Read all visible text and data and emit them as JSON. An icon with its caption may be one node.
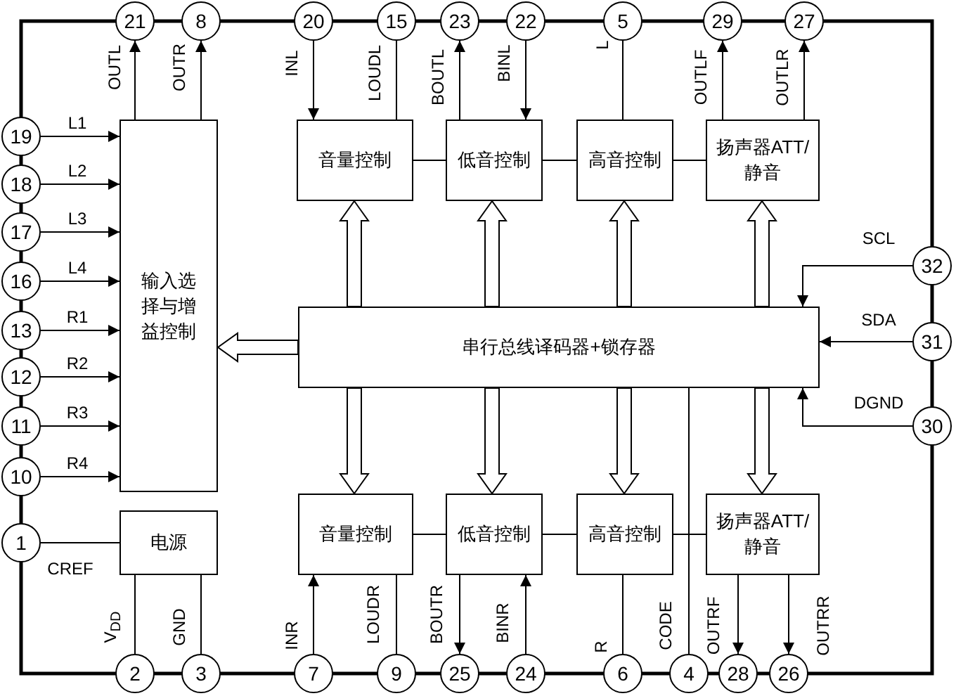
{
  "diagram": {
    "nodes": [
      {
        "text": [
          "输入选择与增益控制"
        ]
      },
      {
        "text": [
          "音量控制"
        ]
      },
      {
        "text": [
          "低音控制"
        ]
      },
      {
        "text": [
          "高音控制"
        ]
      },
      {
        "text": [
          "扬声器ATT/静音"
        ]
      },
      {
        "text": [
          "串行总线译码器+锁存器"
        ]
      },
      {
        "text": [
          "音量控制"
        ]
      },
      {
        "text": [
          "低音控制"
        ]
      },
      {
        "text": [
          "高音控制"
        ]
      },
      {
        "text": [
          "扬声器ATT/静音"
        ]
      },
      {
        "text": [
          "电源"
        ]
      },
      {
        "text": [
          "21"
        ]
      },
      {
        "text": [
          "8"
        ]
      },
      {
        "text": [
          "20"
        ]
      },
      {
        "text": [
          "15"
        ]
      },
      {
        "text": [
          "23"
        ]
      },
      {
        "text": [
          "22"
        ]
      },
      {
        "text": [
          "5"
        ]
      },
      {
        "text": [
          "29"
        ]
      },
      {
        "text": [
          "27"
        ]
      },
      {
        "text": [
          "19"
        ]
      },
      {
        "text": [
          "18"
        ]
      },
      {
        "text": [
          "17"
        ]
      },
      {
        "text": [
          "16"
        ]
      },
      {
        "text": [
          "13"
        ]
      },
      {
        "text": [
          "12"
        ]
      },
      {
        "text": [
          "11"
        ]
      },
      {
        "text": [
          "10"
        ]
      },
      {
        "text": [
          "1"
        ]
      },
      {
        "text": [
          "32"
        ]
      },
      {
        "text": [
          "31"
        ]
      },
      {
        "text": [
          "30"
        ]
      },
      {
        "text": [
          "2"
        ]
      },
      {
        "text": [
          "3"
        ]
      },
      {
        "text": [
          "7"
        ]
      },
      {
        "text": [
          "9"
        ]
      },
      {
        "text": [
          "25"
        ]
      },
      {
        "text": [
          "24"
        ]
      },
      {
        "text": [
          "6"
        ]
      },
      {
        "text": [
          "4"
        ]
      },
      {
        "text": [
          "28"
        ]
      },
      {
        "text": [
          "26"
        ]
      }
    ],
    "edges": [
      {
        "from": 0,
        "to": 11,
        "arrow": "to",
        "label": "OUTL"
      },
      {
        "from": 0,
        "to": 12,
        "arrow": "to",
        "label": "OUTR"
      },
      {
        "from": 13,
        "to": 1,
        "arrow": "to",
        "label": "INL"
      },
      {
        "from": 1,
        "to": 14,
        "arrow": "none",
        "label": "LOUDL"
      },
      {
        "from": 2,
        "to": 15,
        "arrow": "to",
        "label": "BOUTL"
      },
      {
        "from": 16,
        "to": 2,
        "arrow": "to",
        "label": "BINL"
      },
      {
        "from": 3,
        "to": 17,
        "arrow": "none",
        "label": "L"
      },
      {
        "from": 4,
        "to": 18,
        "arrow": "to",
        "label": "OUTLF"
      },
      {
        "from": 4,
        "to": 19,
        "arrow": "to",
        "label": "OUTLR"
      },
      {
        "from": 1,
        "to": 2,
        "arrow": "none"
      },
      {
        "from": 2,
        "to": 3,
        "arrow": "none"
      },
      {
        "from": 3,
        "to": 4,
        "arrow": "none"
      },
      {
        "from": 5,
        "to": 1,
        "arrow": "to",
        "style": "thick"
      },
      {
        "from": 5,
        "to": 2,
        "arrow": "to",
        "style": "thick"
      },
      {
        "from": 5,
        "to": 3,
        "arrow": "to",
        "style": "thick"
      },
      {
        "from": 5,
        "to": 4,
        "arrow": "to",
        "style": "thick"
      },
      {
        "from": 5,
        "to": 0,
        "arrow": "to",
        "style": "thick"
      },
      {
        "from": 5,
        "to": 6,
        "arrow": "to",
        "style": "thick"
      },
      {
        "from": 5,
        "to": 7,
        "arrow": "to",
        "style": "thick"
      },
      {
        "from": 5,
        "to": 8,
        "arrow": "to",
        "style": "thick"
      },
      {
        "from": 5,
        "to": 9,
        "arrow": "to",
        "style": "thick"
      },
      {
        "from": 20,
        "to": 0,
        "arrow": "to",
        "label": "L1"
      },
      {
        "from": 21,
        "to": 0,
        "arrow": "to",
        "label": "L2"
      },
      {
        "from": 22,
        "to": 0,
        "arrow": "to",
        "label": "L3"
      },
      {
        "from": 23,
        "to": 0,
        "arrow": "to",
        "label": "L4"
      },
      {
        "from": 24,
        "to": 0,
        "arrow": "to",
        "label": "R1"
      },
      {
        "from": 25,
        "to": 0,
        "arrow": "to",
        "label": "R2"
      },
      {
        "from": 26,
        "to": 0,
        "arrow": "to",
        "label": "R3"
      },
      {
        "from": 27,
        "to": 0,
        "arrow": "to",
        "label": "R4"
      },
      {
        "from": 28,
        "to": 10,
        "arrow": "none",
        "label": "CREF"
      },
      {
        "from": 10,
        "to": 32,
        "arrow": "none",
        "label": "V$_{DD}$"
      },
      {
        "from": 10,
        "to": 33,
        "arrow": "none",
        "label": "GND"
      },
      {
        "from": 34,
        "to": 6,
        "arrow": "to",
        "label": "INR"
      },
      {
        "from": 6,
        "to": 35,
        "arrow": "none",
        "label": "LOUDR"
      },
      {
        "from": 7,
        "to": 36,
        "arrow": "to",
        "label": "BOUTR"
      },
      {
        "from": 37,
        "to": 7,
        "arrow": "to",
        "label": "BINR"
      },
      {
        "from": 8,
        "to": 38,
        "arrow": "none",
        "label": "R"
      },
      {
        "from": 5,
        "to": 39,
        "arrow": "none",
        "label": "CODE"
      },
      {
        "from": 9,
        "to": 40,
        "arrow": "to",
        "label": "OUTRF"
      },
      {
        "from": 9,
        "to": 41,
        "arrow": "to",
        "label": "OUTRR"
      },
      {
        "from": 6,
        "to": 7,
        "arrow": "none"
      },
      {
        "from": 7,
        "to": 8,
        "arrow": "none"
      },
      {
        "from": 8,
        "to": 9,
        "arrow": "none"
      },
      {
        "from": 29,
        "to": 5,
        "arrow": "to",
        "label": "SCL"
      },
      {
        "from": 30,
        "to": 5,
        "arrow": "to",
        "label": "SDA"
      },
      {
        "from": 31,
        "to": 5,
        "arrow": "to",
        "label": "DGND"
      }
    ]
  }
}
